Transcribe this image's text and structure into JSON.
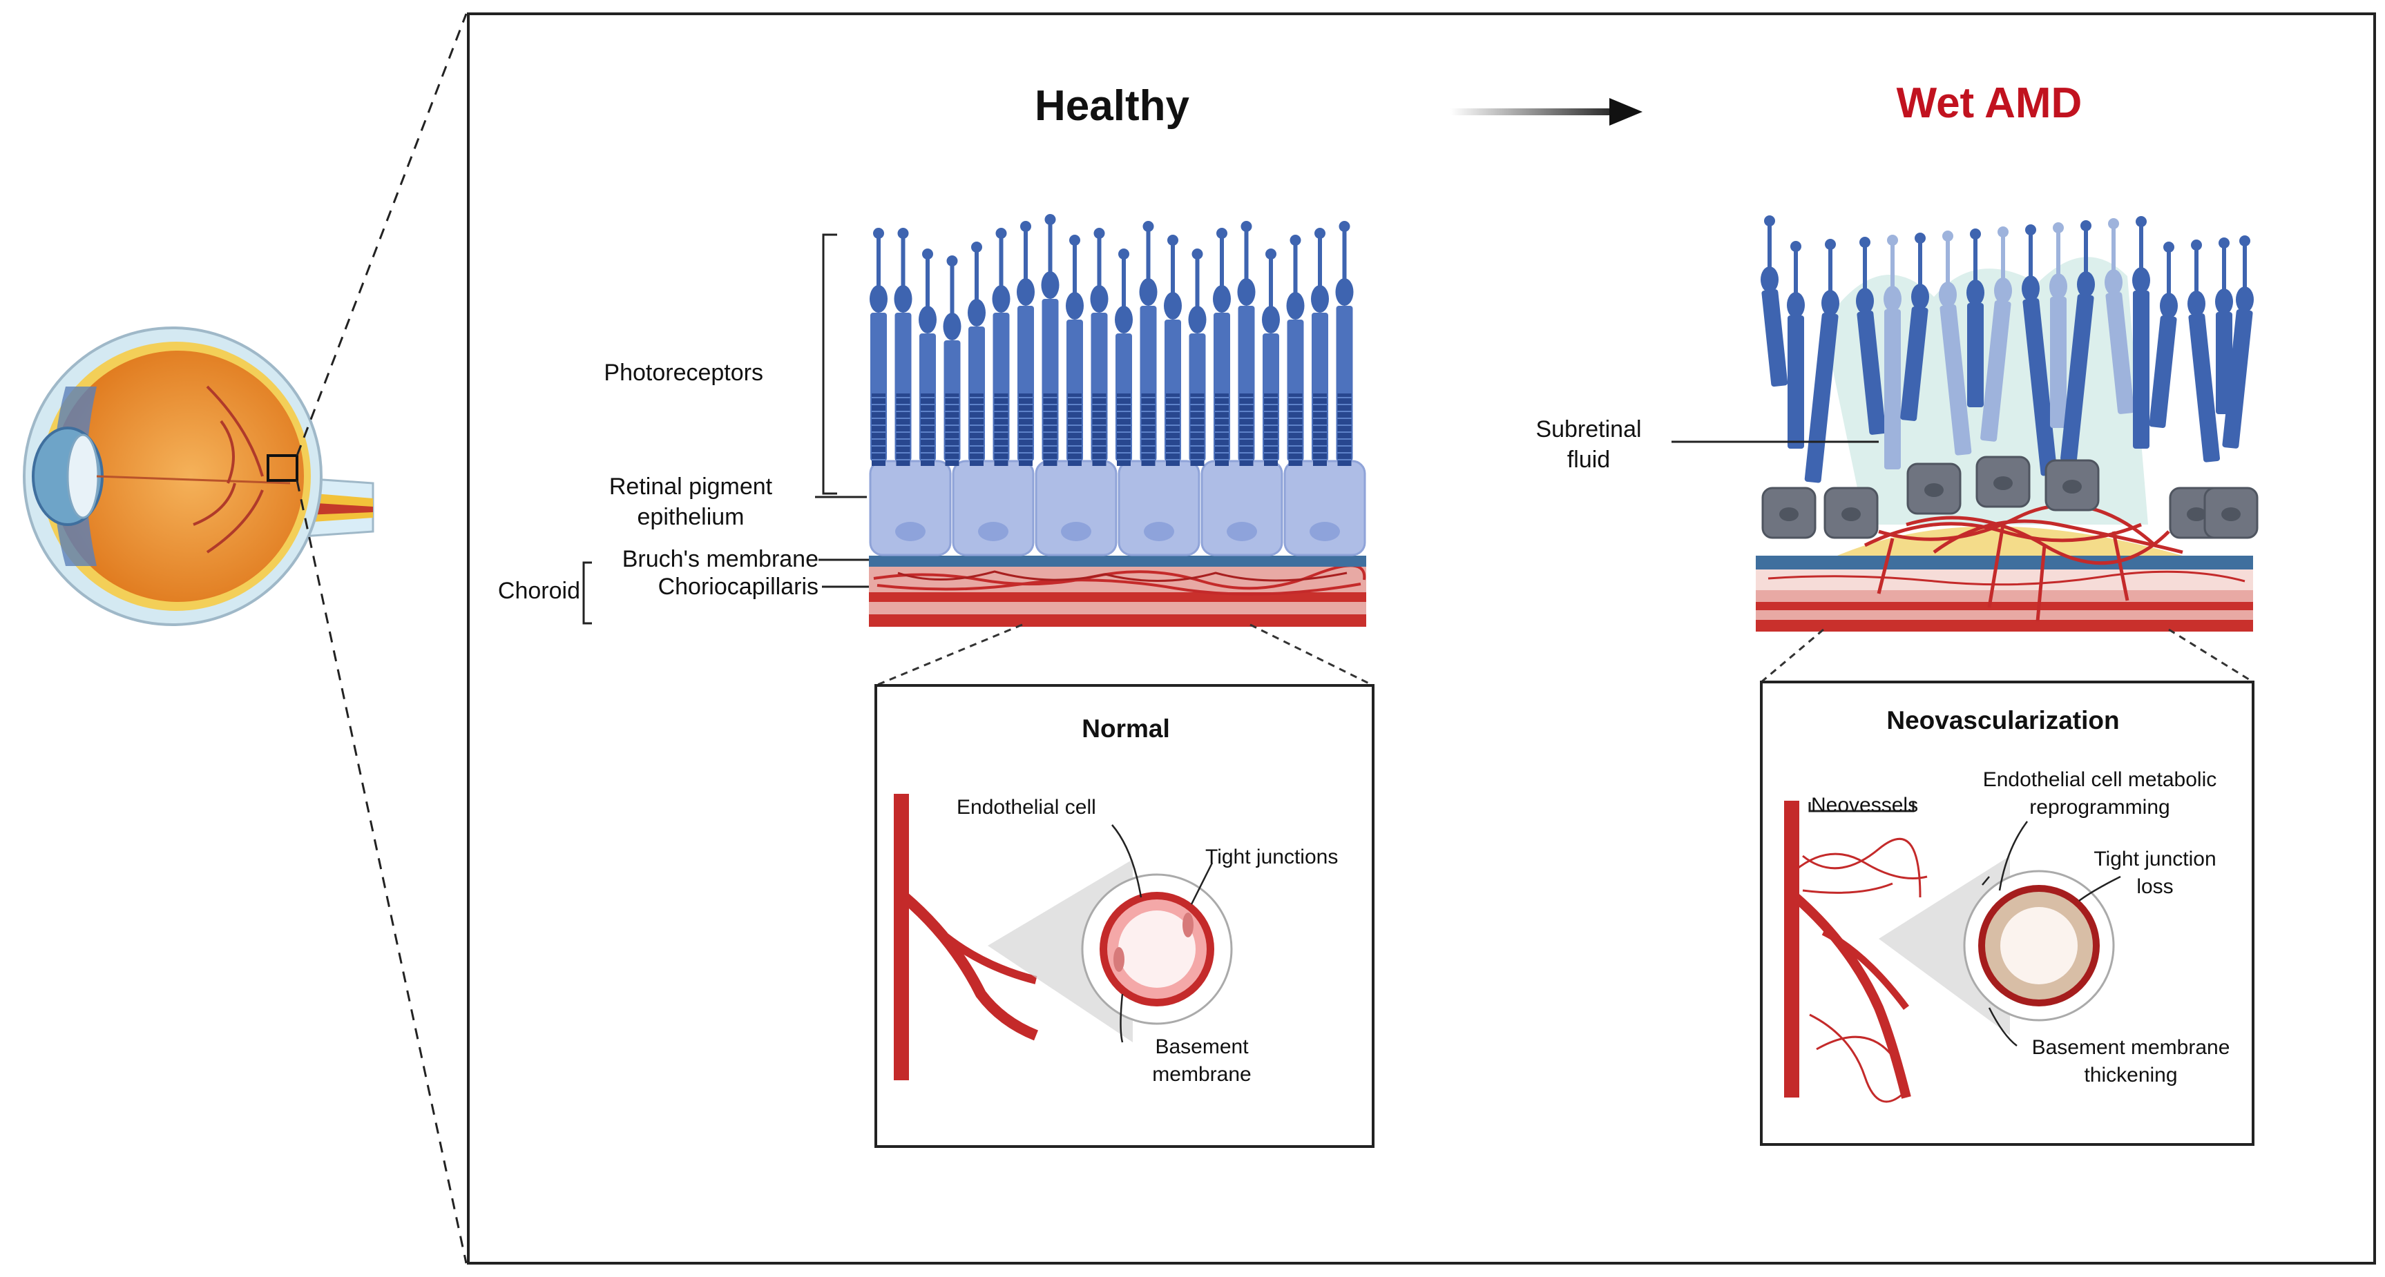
{
  "headings": {
    "healthy": "Healthy",
    "wet_amd": "Wet AMD"
  },
  "colors": {
    "wet_amd_heading": "#c1121f",
    "photoreceptor": "#3e64b0",
    "rpe": "#aebde6",
    "bruchs": "#3f6f9e",
    "vessel": "#c42a2a",
    "fluid": "#dcefec",
    "damaged_rpe": "#6f7480",
    "eye_orange": "#e98a2b"
  },
  "healthy_labels": {
    "photoreceptors": "Photoreceptors",
    "rpe": "Retinal pigment epithelium",
    "bruchs": "Bruch's membrane",
    "choroid": "Choroid",
    "choriocapillaris": "Choriocapillaris"
  },
  "wet_labels": {
    "subretinal_fluid": "Subretinal fluid"
  },
  "normal_box": {
    "title": "Normal",
    "endothelial": "Endothelial cell",
    "tight": "Tight junctions",
    "basement": "Basement membrane"
  },
  "neo_box": {
    "title": "Neovascularization",
    "neovessels": "Neovessels",
    "metabolic": "Endothelial cell metabolic reprogramming",
    "tight_loss": "Tight junction loss",
    "basement_thick": "Basement membrane thickening"
  }
}
